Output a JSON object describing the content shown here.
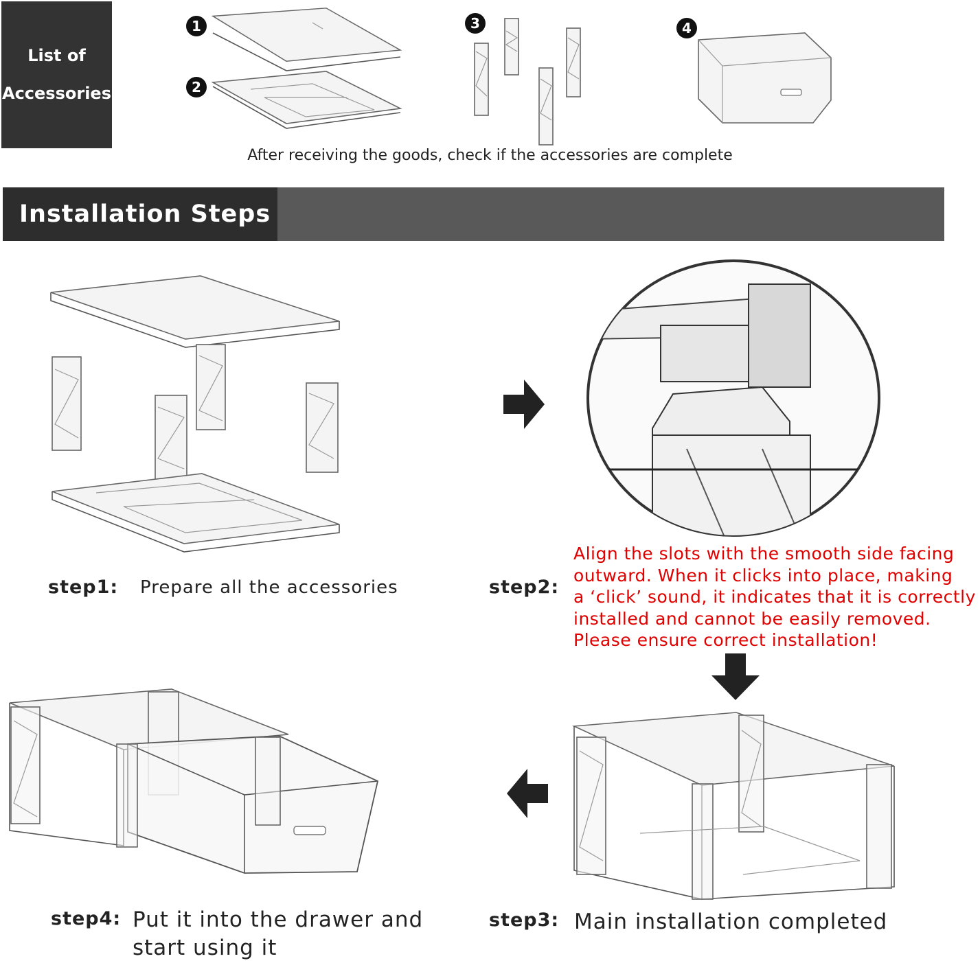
{
  "accessories": {
    "title_line1": "List of",
    "title_line2": "Accessories",
    "markers": [
      "1",
      "2",
      "3",
      "4"
    ],
    "note": "After receiving the goods, check if the accessories are complete"
  },
  "banner": {
    "title": "Installation Steps"
  },
  "steps": [
    {
      "label": "step1:",
      "text": "Prepare all the accessories"
    },
    {
      "label": "step2:",
      "text": "Align the slots with the smooth side facing outward. When it clicks into place, making a ‘click’ sound, it indicates that it is correctly installed and cannot be easily removed. Please ensure correct installation!",
      "lines": [
        "Align the slots with the smooth side facing",
        "outward. When it clicks into place, making",
        "a ‘click’ sound, it indicates that it is correctly",
        "installed and cannot be easily removed.",
        "Please ensure correct installation!"
      ]
    },
    {
      "label": "step3:",
      "text": "Main installation completed"
    },
    {
      "label": "step4:",
      "text": "Put it into the drawer and start using it",
      "lines": [
        "Put it into the drawer and",
        "start using it"
      ]
    }
  ],
  "colors": {
    "box_dark": "#333333",
    "banner_dark": "#2d2d2d",
    "banner_mid": "#595959",
    "warning_red": "#e00000"
  },
  "icons": [
    "arrow-right-icon",
    "arrow-down-icon",
    "arrow-left-icon"
  ]
}
